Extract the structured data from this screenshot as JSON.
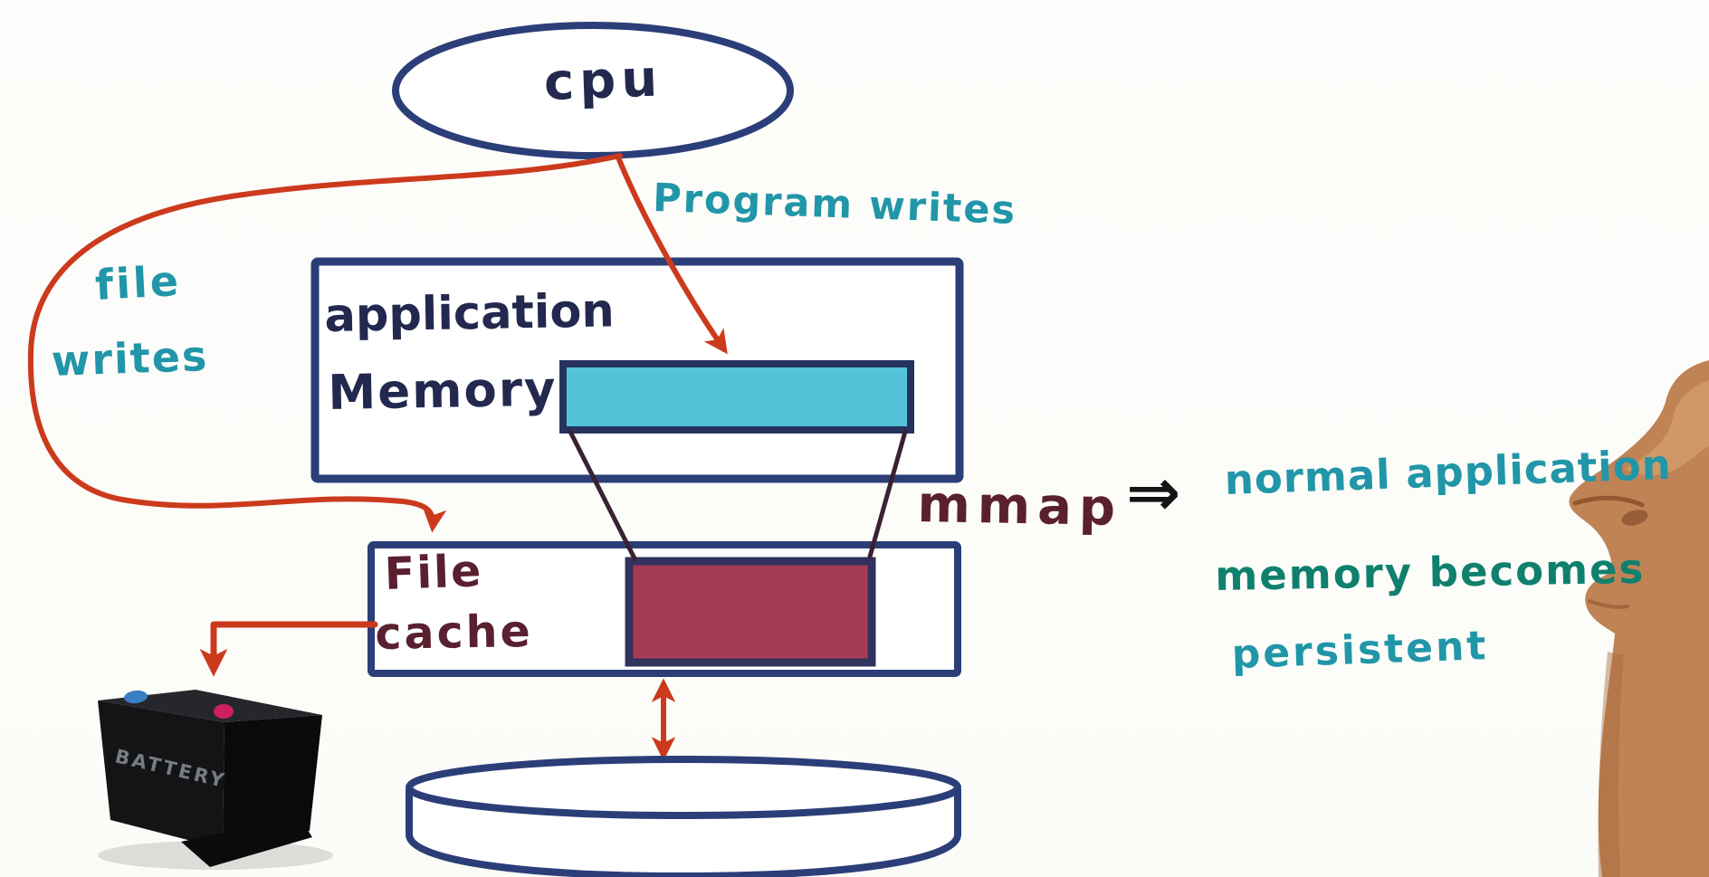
{
  "labels": {
    "cpu": "cpu",
    "program_writes": "Program writes",
    "file_writes": {
      "line1": "file",
      "line2": "writes"
    },
    "app_memory": {
      "line1": "application",
      "line2": "Memory"
    },
    "file_cache": {
      "line1": "File",
      "line2": "cache"
    },
    "mmap": "mmap",
    "implies": "⇒",
    "annotation": {
      "line1": "normal application",
      "line2": "memory becomes",
      "line3": "persistent"
    },
    "battery": "BATTERY"
  },
  "colors": {
    "background": "#fdfdfa",
    "navy_border": "#2b3e78",
    "ink_navy": "#23284e",
    "teal": "#2196a8",
    "teal_green": "#10806e",
    "red_arrow": "#cc3a1d",
    "maroon_ink": "#5a2030",
    "funnel_line": "#3a2133",
    "cyan_fill": "#53c3da",
    "cyan_border": "#27335f",
    "crimson_fill": "#a43c55",
    "crimson_border": "#32325e",
    "arrow_black": "#141414",
    "battery_black": "#131416",
    "battery_label_gray": "#787c80",
    "terminal_blue": "#3a7fc1",
    "terminal_pink": "#cc2060",
    "hand_skin": "#c08356"
  }
}
